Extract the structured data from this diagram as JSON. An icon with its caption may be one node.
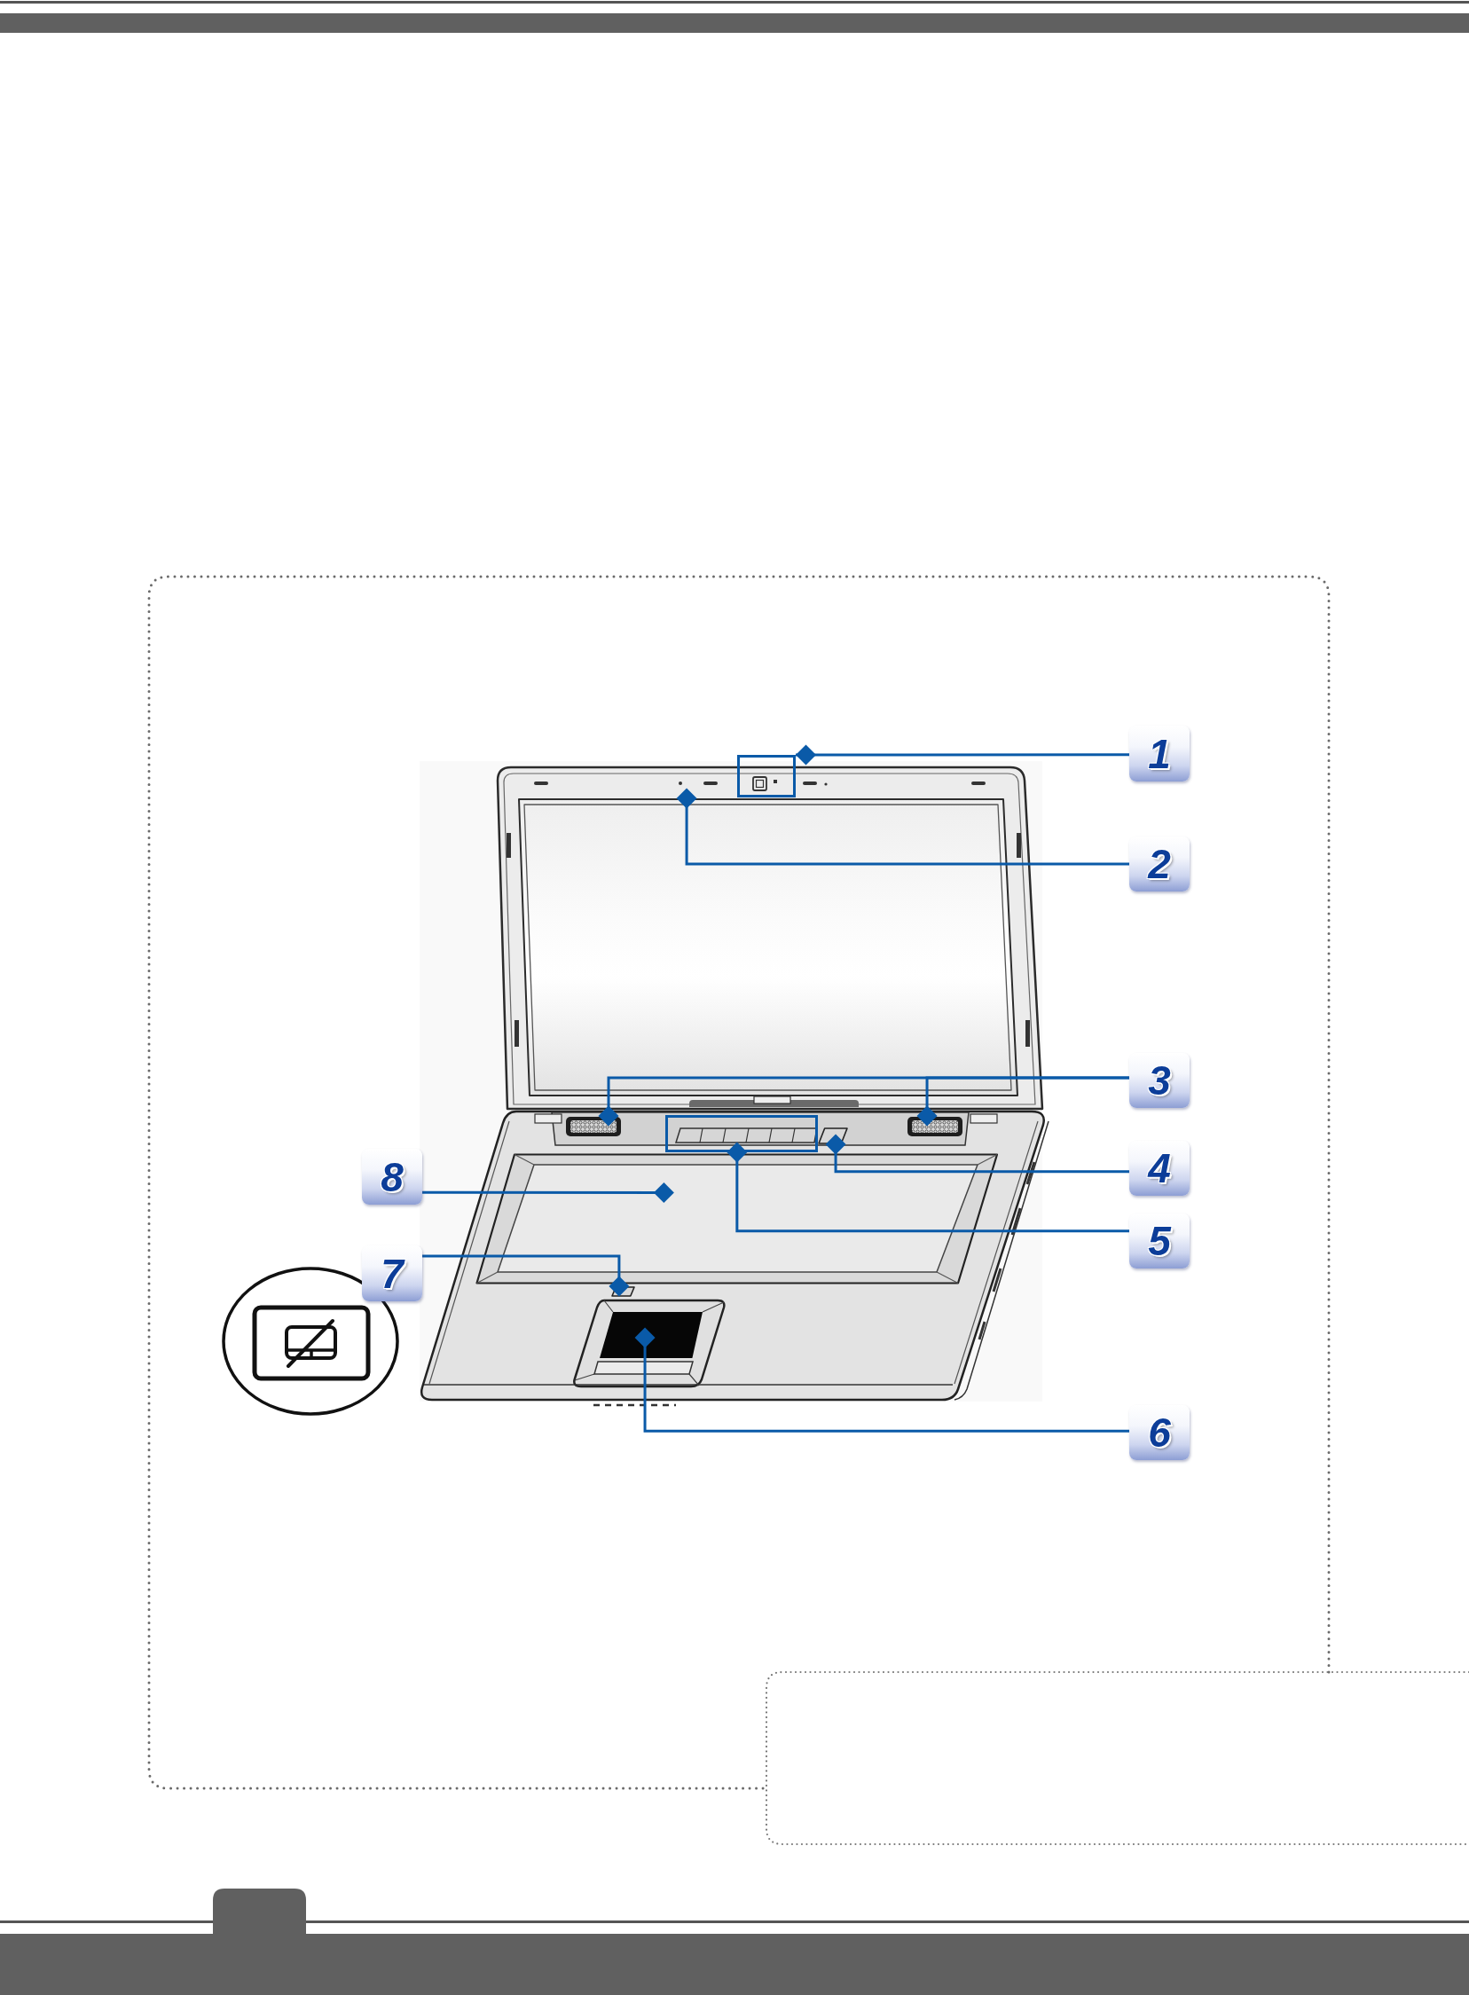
{
  "diagram": {
    "nodes": [
      {
        "text": [
          "1"
        ]
      },
      {
        "text": [
          "2"
        ]
      },
      {
        "text": [
          "3"
        ]
      },
      {
        "text": [
          "4"
        ]
      },
      {
        "text": [
          "5"
        ]
      },
      {
        "text": [
          "6"
        ]
      },
      {
        "text": [
          "7"
        ]
      },
      {
        "text": [
          "8"
        ]
      },
      {
        "text": [],
        "shape": "box"
      },
      {
        "text": [],
        "shape": "box"
      },
      {
        "text": [],
        "shape": "box"
      },
      {
        "text": [],
        "shape": "box"
      },
      {
        "text": [],
        "shape": "box"
      },
      {
        "text": [],
        "shape": "box"
      },
      {
        "text": [],
        "shape": "box"
      },
      {
        "text": [],
        "shape": "box"
      },
      {
        "text": [],
        "shape": "box"
      }
    ],
    "edges": [
      {
        "from": 0,
        "to": 8,
        "arrow": "other"
      },
      {
        "from": 1,
        "to": 9,
        "arrow": "other"
      },
      {
        "from": 2,
        "to": 10,
        "arrow": "other"
      },
      {
        "from": 2,
        "to": 11,
        "arrow": "other"
      },
      {
        "from": 3,
        "to": 12,
        "arrow": "other"
      },
      {
        "from": 4,
        "to": 13,
        "arrow": "other"
      },
      {
        "from": 5,
        "to": 14,
        "arrow": "other"
      },
      {
        "from": 6,
        "to": 15,
        "arrow": "other"
      },
      {
        "from": 7,
        "to": 16,
        "arrow": "other"
      }
    ]
  }
}
